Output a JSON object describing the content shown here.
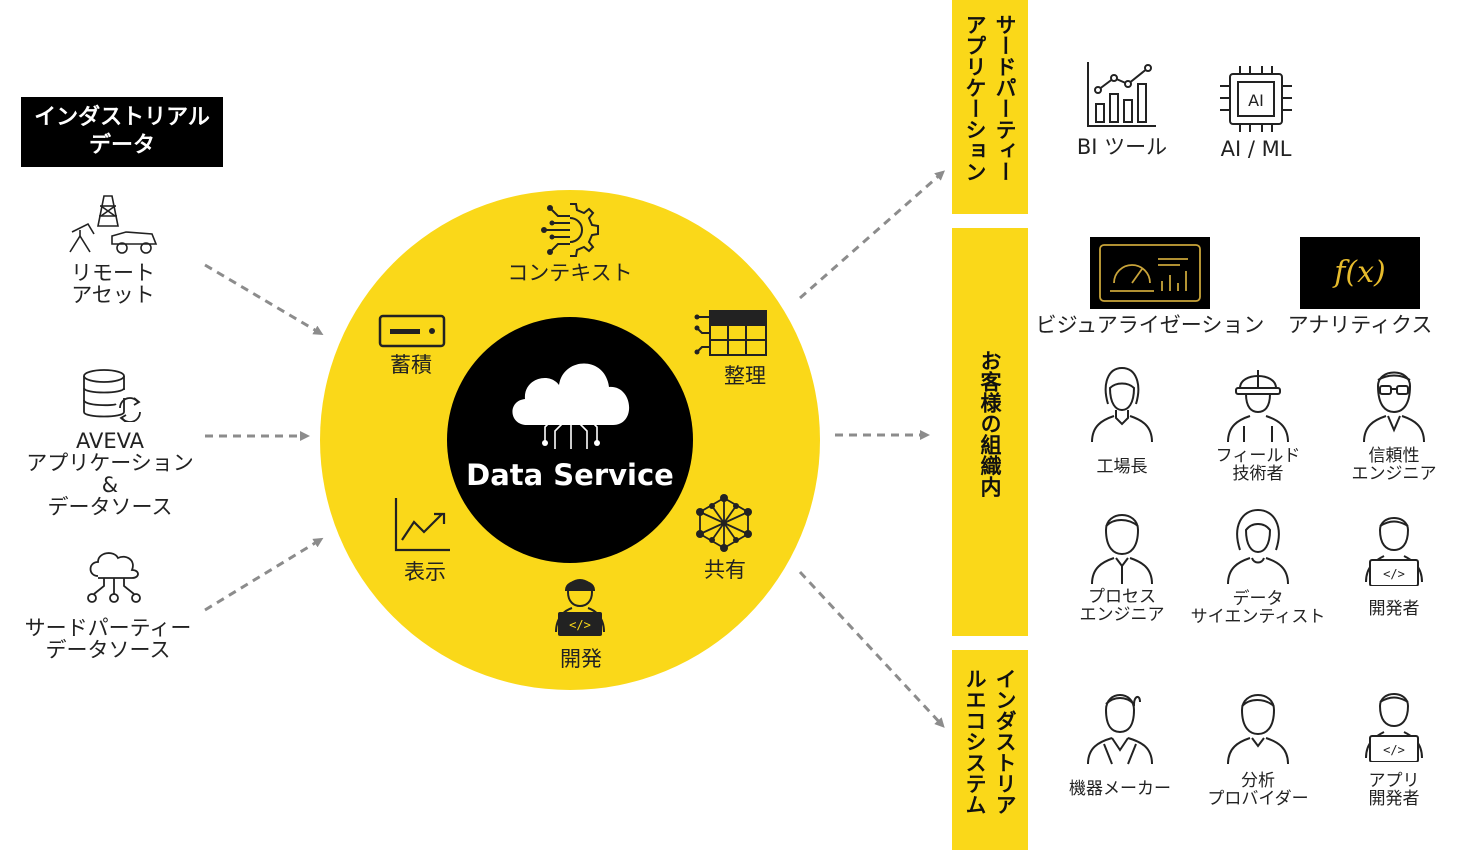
{
  "title": {
    "line1": "インダストリアル",
    "line2": "データ"
  },
  "sources": [
    {
      "icon": "remote-asset-icon",
      "lines": [
        "リモート",
        "アセット"
      ]
    },
    {
      "icon": "database-sync-icon",
      "lines": [
        "AVEVA",
        "アプリケーション",
        "&",
        "データソース"
      ]
    },
    {
      "icon": "cloud-network-icon",
      "lines": [
        "サードパーティー",
        "データソース"
      ]
    }
  ],
  "center": {
    "title": "Data Service",
    "capabilities": {
      "context": "コンテキスト",
      "store": "蓄積",
      "organize": "整理",
      "display": "表示",
      "share": "共有",
      "develop": "開発"
    }
  },
  "sections": {
    "third_party": {
      "lines": [
        "サードパーティー",
        "アプリケーション"
      ]
    },
    "in_org": {
      "lines": [
        "お客様の組織内"
      ]
    },
    "ecosystem": {
      "lines": [
        "インダストリア",
        "ルエコシステム"
      ]
    }
  },
  "third_party_apps": [
    {
      "icon": "bar-chart-icon",
      "label": "BI ツール"
    },
    {
      "icon": "ai-chip-icon",
      "label": "AI / ML",
      "chip_text": "AI"
    }
  ],
  "org_tools": [
    {
      "icon": "dashboard-gauge-icon",
      "label": "ビジュアライゼーション"
    },
    {
      "icon": "function-icon",
      "label": "アナリティクス",
      "symbol": "f(x)"
    }
  ],
  "org_personas": [
    {
      "icon": "woman-avatar-icon",
      "lines": [
        "工場長"
      ]
    },
    {
      "icon": "hardhat-worker-icon",
      "lines": [
        "フィールド",
        "技術者"
      ]
    },
    {
      "icon": "glasses-man-icon",
      "lines": [
        "信頼性",
        "エンジニア"
      ]
    },
    {
      "icon": "man-avatar-icon",
      "lines": [
        "プロセス",
        "エンジニア"
      ]
    },
    {
      "icon": "woman-avatar-icon",
      "lines": [
        "データ",
        "サイエンティスト"
      ]
    },
    {
      "icon": "developer-laptop-icon",
      "lines": [
        "開発者"
      ]
    }
  ],
  "ecosystem_personas": [
    {
      "icon": "businesswoman-avatar-icon",
      "lines": [
        "機器メーカー"
      ]
    },
    {
      "icon": "man-avatar-icon",
      "lines": [
        "分析",
        "プロバイダー"
      ]
    },
    {
      "icon": "developer-laptop-icon",
      "lines": [
        "アプリ",
        "開発者"
      ]
    }
  ],
  "colors": {
    "accent": "#fad819",
    "dark": "#000000",
    "arrow": "#8c8c8c",
    "gold": "#fad819"
  }
}
